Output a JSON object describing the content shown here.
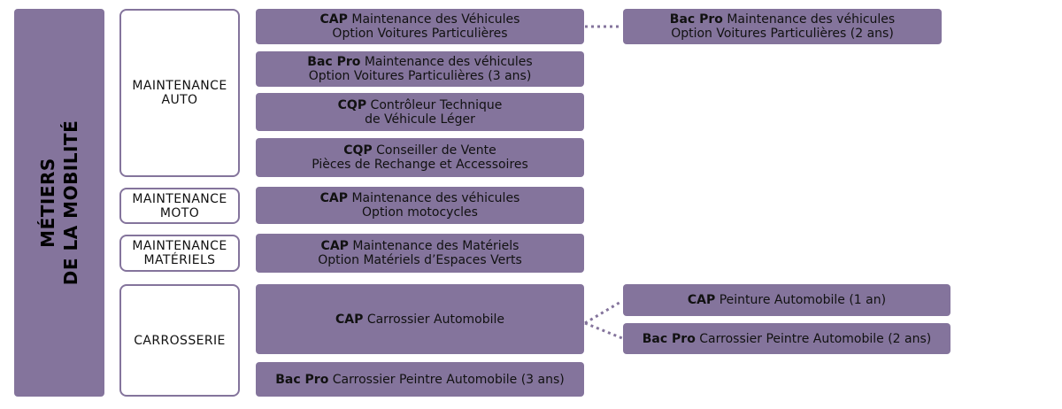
{
  "side_title": [
    "MÉTIERS",
    "DE LA MOBILITÉ"
  ],
  "categories": [
    {
      "id": "auto",
      "label": "MAINTENANCE\nAUTO"
    },
    {
      "id": "moto",
      "label": "MAINTENANCE\nMOTO"
    },
    {
      "id": "materiels",
      "label": "MAINTENANCE\nMATÉRIELS"
    },
    {
      "id": "carrosserie",
      "label": "CARROSSERIE"
    }
  ],
  "formations": [
    {
      "id": "cap-vp",
      "level": "CAP",
      "line1": "Maintenance des Véhicules",
      "line2": "Option Voitures Particulières"
    },
    {
      "id": "bacpro-vp-3",
      "level": "Bac Pro",
      "line1": "Maintenance des véhicules",
      "line2": "Option Voitures Particulières (3 ans)"
    },
    {
      "id": "cqp-ct",
      "level": "CQP",
      "line1": "Contrôleur Technique",
      "line2": "de Véhicule Léger"
    },
    {
      "id": "cqp-cv",
      "level": "CQP",
      "line1": "Conseiller de Vente",
      "line2": "Pièces de Rechange et Accessoires"
    },
    {
      "id": "cap-moto",
      "level": "CAP",
      "line1": "Maintenance des véhicules",
      "line2": "Option motocycles"
    },
    {
      "id": "cap-mat",
      "level": "CAP",
      "line1": "Maintenance des Matériels",
      "line2": "Option Matériels d’Espaces Verts"
    },
    {
      "id": "cap-carr",
      "level": "CAP",
      "line1": "Carrossier Automobile",
      "line2": ""
    },
    {
      "id": "bacpro-carr",
      "level": "Bac Pro",
      "line1": "Carrossier Peintre Automobile (3 ans)",
      "line2": ""
    },
    {
      "id": "bacpro-vp-2",
      "level": "Bac Pro",
      "line1": "Maintenance des véhicules",
      "line2": "Option Voitures Particulières (2 ans)"
    },
    {
      "id": "cap-peinture",
      "level": "CAP",
      "line1": "Peinture Automobile (1 an)",
      "line2": ""
    },
    {
      "id": "bacpro-carr-2",
      "level": "Bac Pro",
      "line1": "Carrossier Peintre Automobile (2 ans)",
      "line2": ""
    }
  ],
  "links": [
    {
      "from": "cap-vp",
      "to": "bacpro-vp-2"
    },
    {
      "from": "cap-carr",
      "to": "cap-peinture"
    },
    {
      "from": "cap-carr",
      "to": "bacpro-carr-2"
    }
  ],
  "colors": {
    "box": "#84749c",
    "border": "#84749c",
    "link": "#84749c"
  }
}
